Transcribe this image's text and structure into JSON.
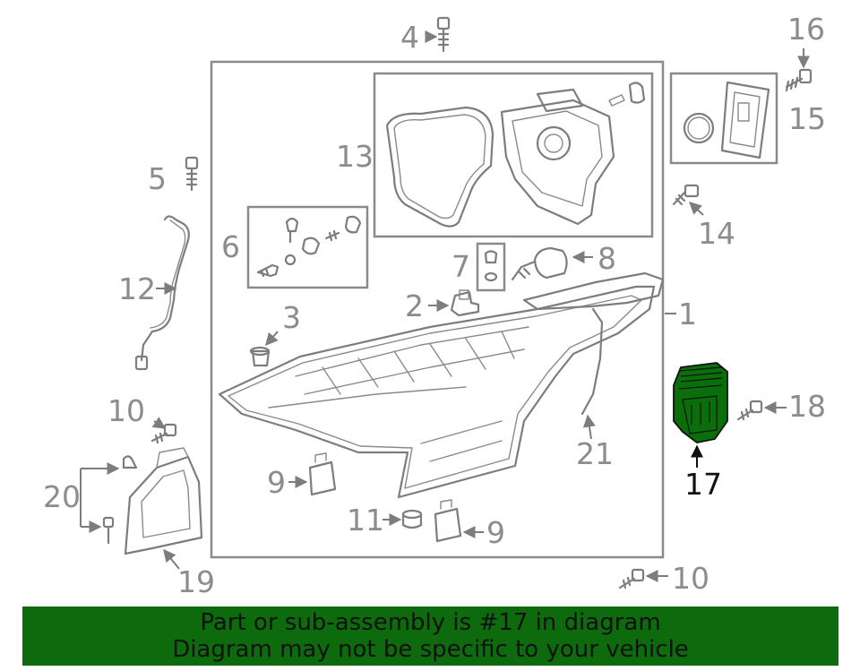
{
  "diagram": {
    "callouts": {
      "c1": "1",
      "c2": "2",
      "c3": "3",
      "c4": "4",
      "c5": "5",
      "c6": "6",
      "c7": "7",
      "c8": "8",
      "c9a": "9",
      "c9b": "9",
      "c10a": "10",
      "c10b": "10",
      "c11": "11",
      "c12": "12",
      "c13": "13",
      "c14": "14",
      "c15": "15",
      "c16": "16",
      "c17": "17",
      "c18": "18",
      "c19": "19",
      "c20": "20",
      "c21": "21"
    },
    "highlight_part": "17",
    "highlight_color": "#0a6e0a",
    "part_color": "#7d7d7d"
  },
  "banner": {
    "line1": "Part or sub-assembly is #17 in diagram",
    "line2": "Diagram may not be specific to your vehicle",
    "background": "#0d6b0d"
  }
}
